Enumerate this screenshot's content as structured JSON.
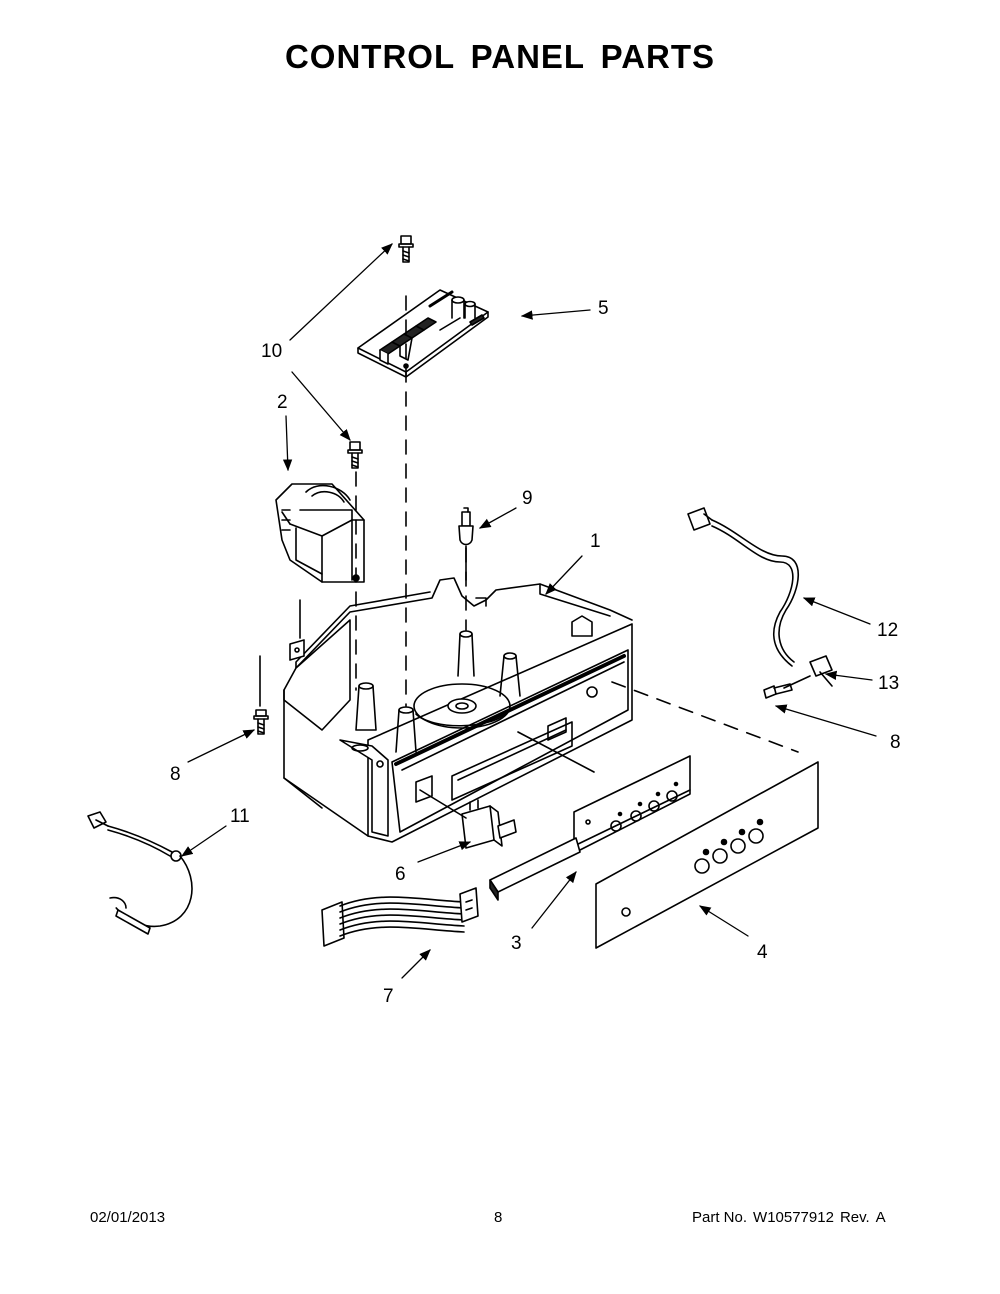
{
  "title": "CONTROL PANEL PARTS",
  "callouts": {
    "c1": "1",
    "c2": "2",
    "c3": "3",
    "c4": "4",
    "c5": "5",
    "c6": "6",
    "c7": "7",
    "c8a": "8",
    "c8b": "8",
    "c9": "9",
    "c10": "10",
    "c11": "11",
    "c12": "12",
    "c13": "13"
  },
  "footer": {
    "date": "02/01/2013",
    "page": "8",
    "part_label": "Part No.",
    "part_number": "W10577912",
    "rev_label": "Rev.",
    "rev": "A"
  }
}
